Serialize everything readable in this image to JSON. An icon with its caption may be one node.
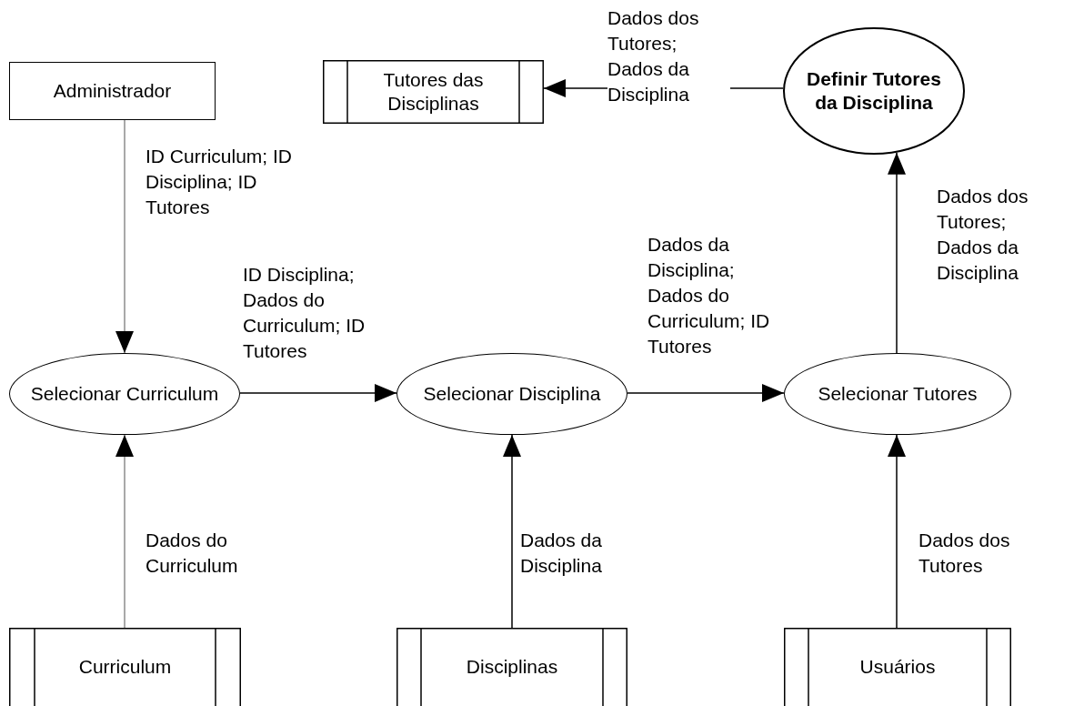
{
  "diagram": {
    "nodes": [
      {
        "text": [
          "Administrador"
        ]
      },
      {
        "text": [
          "Tutores das Disciplinas"
        ]
      },
      {
        "text": [
          "Definir Tutores da Disciplina"
        ]
      },
      {
        "text": [
          "Selecionar Curriculum"
        ]
      },
      {
        "text": [
          "Selecionar Disciplina"
        ]
      },
      {
        "text": [
          "Selecionar Tutores"
        ]
      },
      {
        "text": [
          "Curriculum"
        ]
      },
      {
        "text": [
          "Disciplinas"
        ]
      },
      {
        "text": [
          "Usuários"
        ]
      }
    ],
    "edges": [
      {
        "from": 0,
        "to": 3,
        "arrow": "to",
        "label": "ID Curriculum; ID Disciplina; ID Tutores",
        "color": "#8c8c8c"
      },
      {
        "from": 3,
        "to": 4,
        "arrow": "to",
        "label": "ID Disciplina; Dados do Curriculum; ID Tutores"
      },
      {
        "from": 4,
        "to": 5,
        "arrow": "to",
        "label": "Dados da Disciplina; Dados do Curriculum; ID Tutores"
      },
      {
        "from": 5,
        "to": 2,
        "arrow": "to",
        "label": "Dados dos Tutores; Dados da Disciplina"
      },
      {
        "from": 2,
        "to": 1,
        "arrow": "to",
        "label": "Dados dos Tutores; Dados da Disciplina"
      },
      {
        "from": 6,
        "to": 3,
        "arrow": "to",
        "label": "Dados do Curriculum",
        "color": "#8c8c8c"
      },
      {
        "from": 7,
        "to": 4,
        "arrow": "to",
        "label": "Dados da Disciplina"
      },
      {
        "from": 8,
        "to": 5,
        "arrow": "to",
        "label": "Dados dos Tutores"
      }
    ]
  }
}
